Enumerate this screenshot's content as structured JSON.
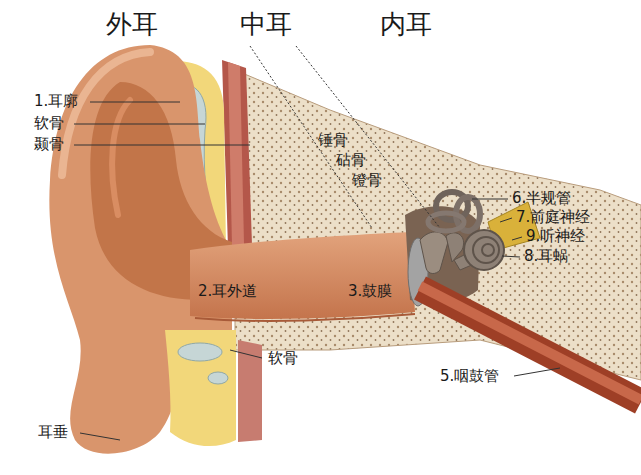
{
  "diagram": {
    "labels": [
      "外耳",
      "中耳",
      "内耳",
      "1.耳廓",
      "软骨",
      "颞骨",
      "锤骨",
      "砧骨",
      "镫骨",
      "6.半规管",
      "7.前庭神经",
      "9.听神经",
      "8.耳蜗",
      "2.耳外道",
      "3.鼓膜",
      "软骨",
      "5.咽鼓管",
      "耳垂"
    ]
  }
}
